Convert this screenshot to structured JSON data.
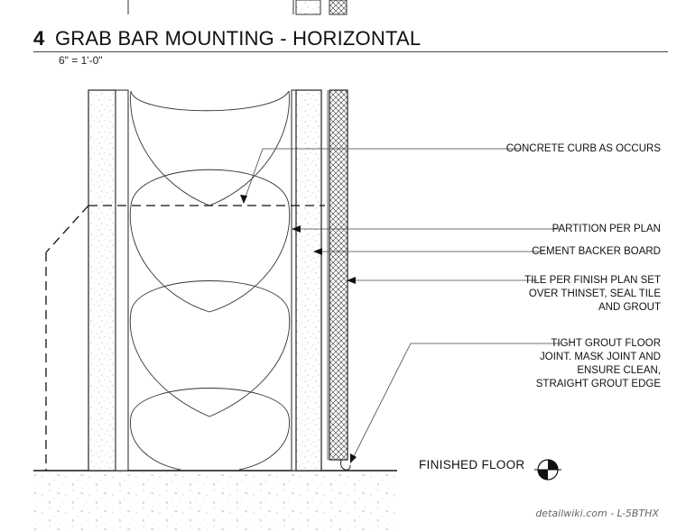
{
  "detail": {
    "number": "4",
    "title": "GRAB BAR MOUNTING - HORIZONTAL",
    "scale": "6\" = 1'-0\""
  },
  "callouts": [
    {
      "id": "concrete-curb",
      "lines": [
        "CONCRETE CURB AS OCCURS"
      ]
    },
    {
      "id": "partition",
      "lines": [
        "PARTITION PER PLAN"
      ]
    },
    {
      "id": "cement-backer",
      "lines": [
        "CEMENT BACKER BOARD"
      ]
    },
    {
      "id": "tile",
      "lines": [
        "TILE PER FINISH PLAN SET",
        "OVER THINSET, SEAL TILE",
        "AND GROUT"
      ]
    },
    {
      "id": "grout-joint",
      "lines": [
        "TIGHT GROUT FLOOR",
        "JOINT. MASK JOINT AND",
        "ENSURE CLEAN,",
        "STRAIGHT GROUT EDGE"
      ]
    }
  ],
  "floor_label": "FINISHED FLOOR",
  "watermark": "detailwiki.com - L-5BTHX"
}
